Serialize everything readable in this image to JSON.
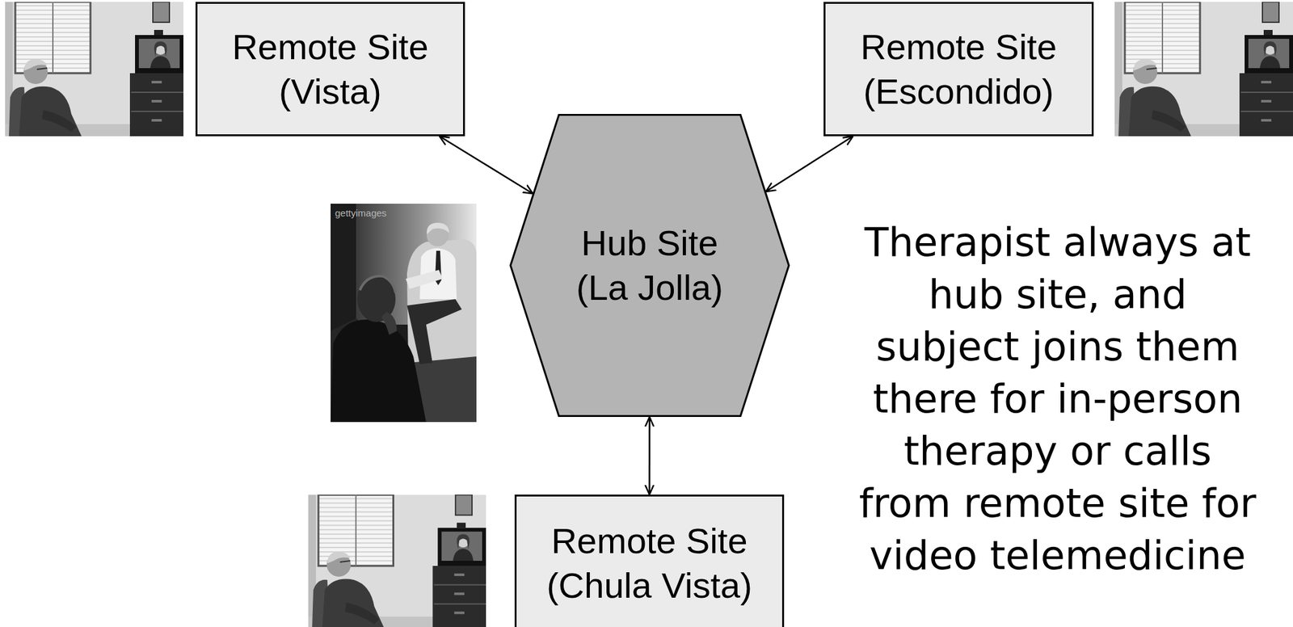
{
  "diagram": {
    "nodes": [
      {
        "text": [
          "Remote Site (Vista)"
        ]
      },
      {
        "text": [
          "Remote Site (Escondido)"
        ]
      },
      {
        "text": [
          "Hub Site (La Jolla)"
        ]
      },
      {
        "text": [
          "Remote Site (Chula Vista)"
        ]
      }
    ],
    "edges": [
      {
        "from": 0,
        "to": 2,
        "arrow": "both"
      },
      {
        "from": 1,
        "to": 2,
        "arrow": "both"
      },
      {
        "from": 2,
        "to": 3,
        "arrow": "both"
      }
    ],
    "labels": [
      "Therapist always at hub site, and subject joins them there for in-person therapy or calls from remote site for video telemedicine",
      "gettyimages"
    ]
  }
}
